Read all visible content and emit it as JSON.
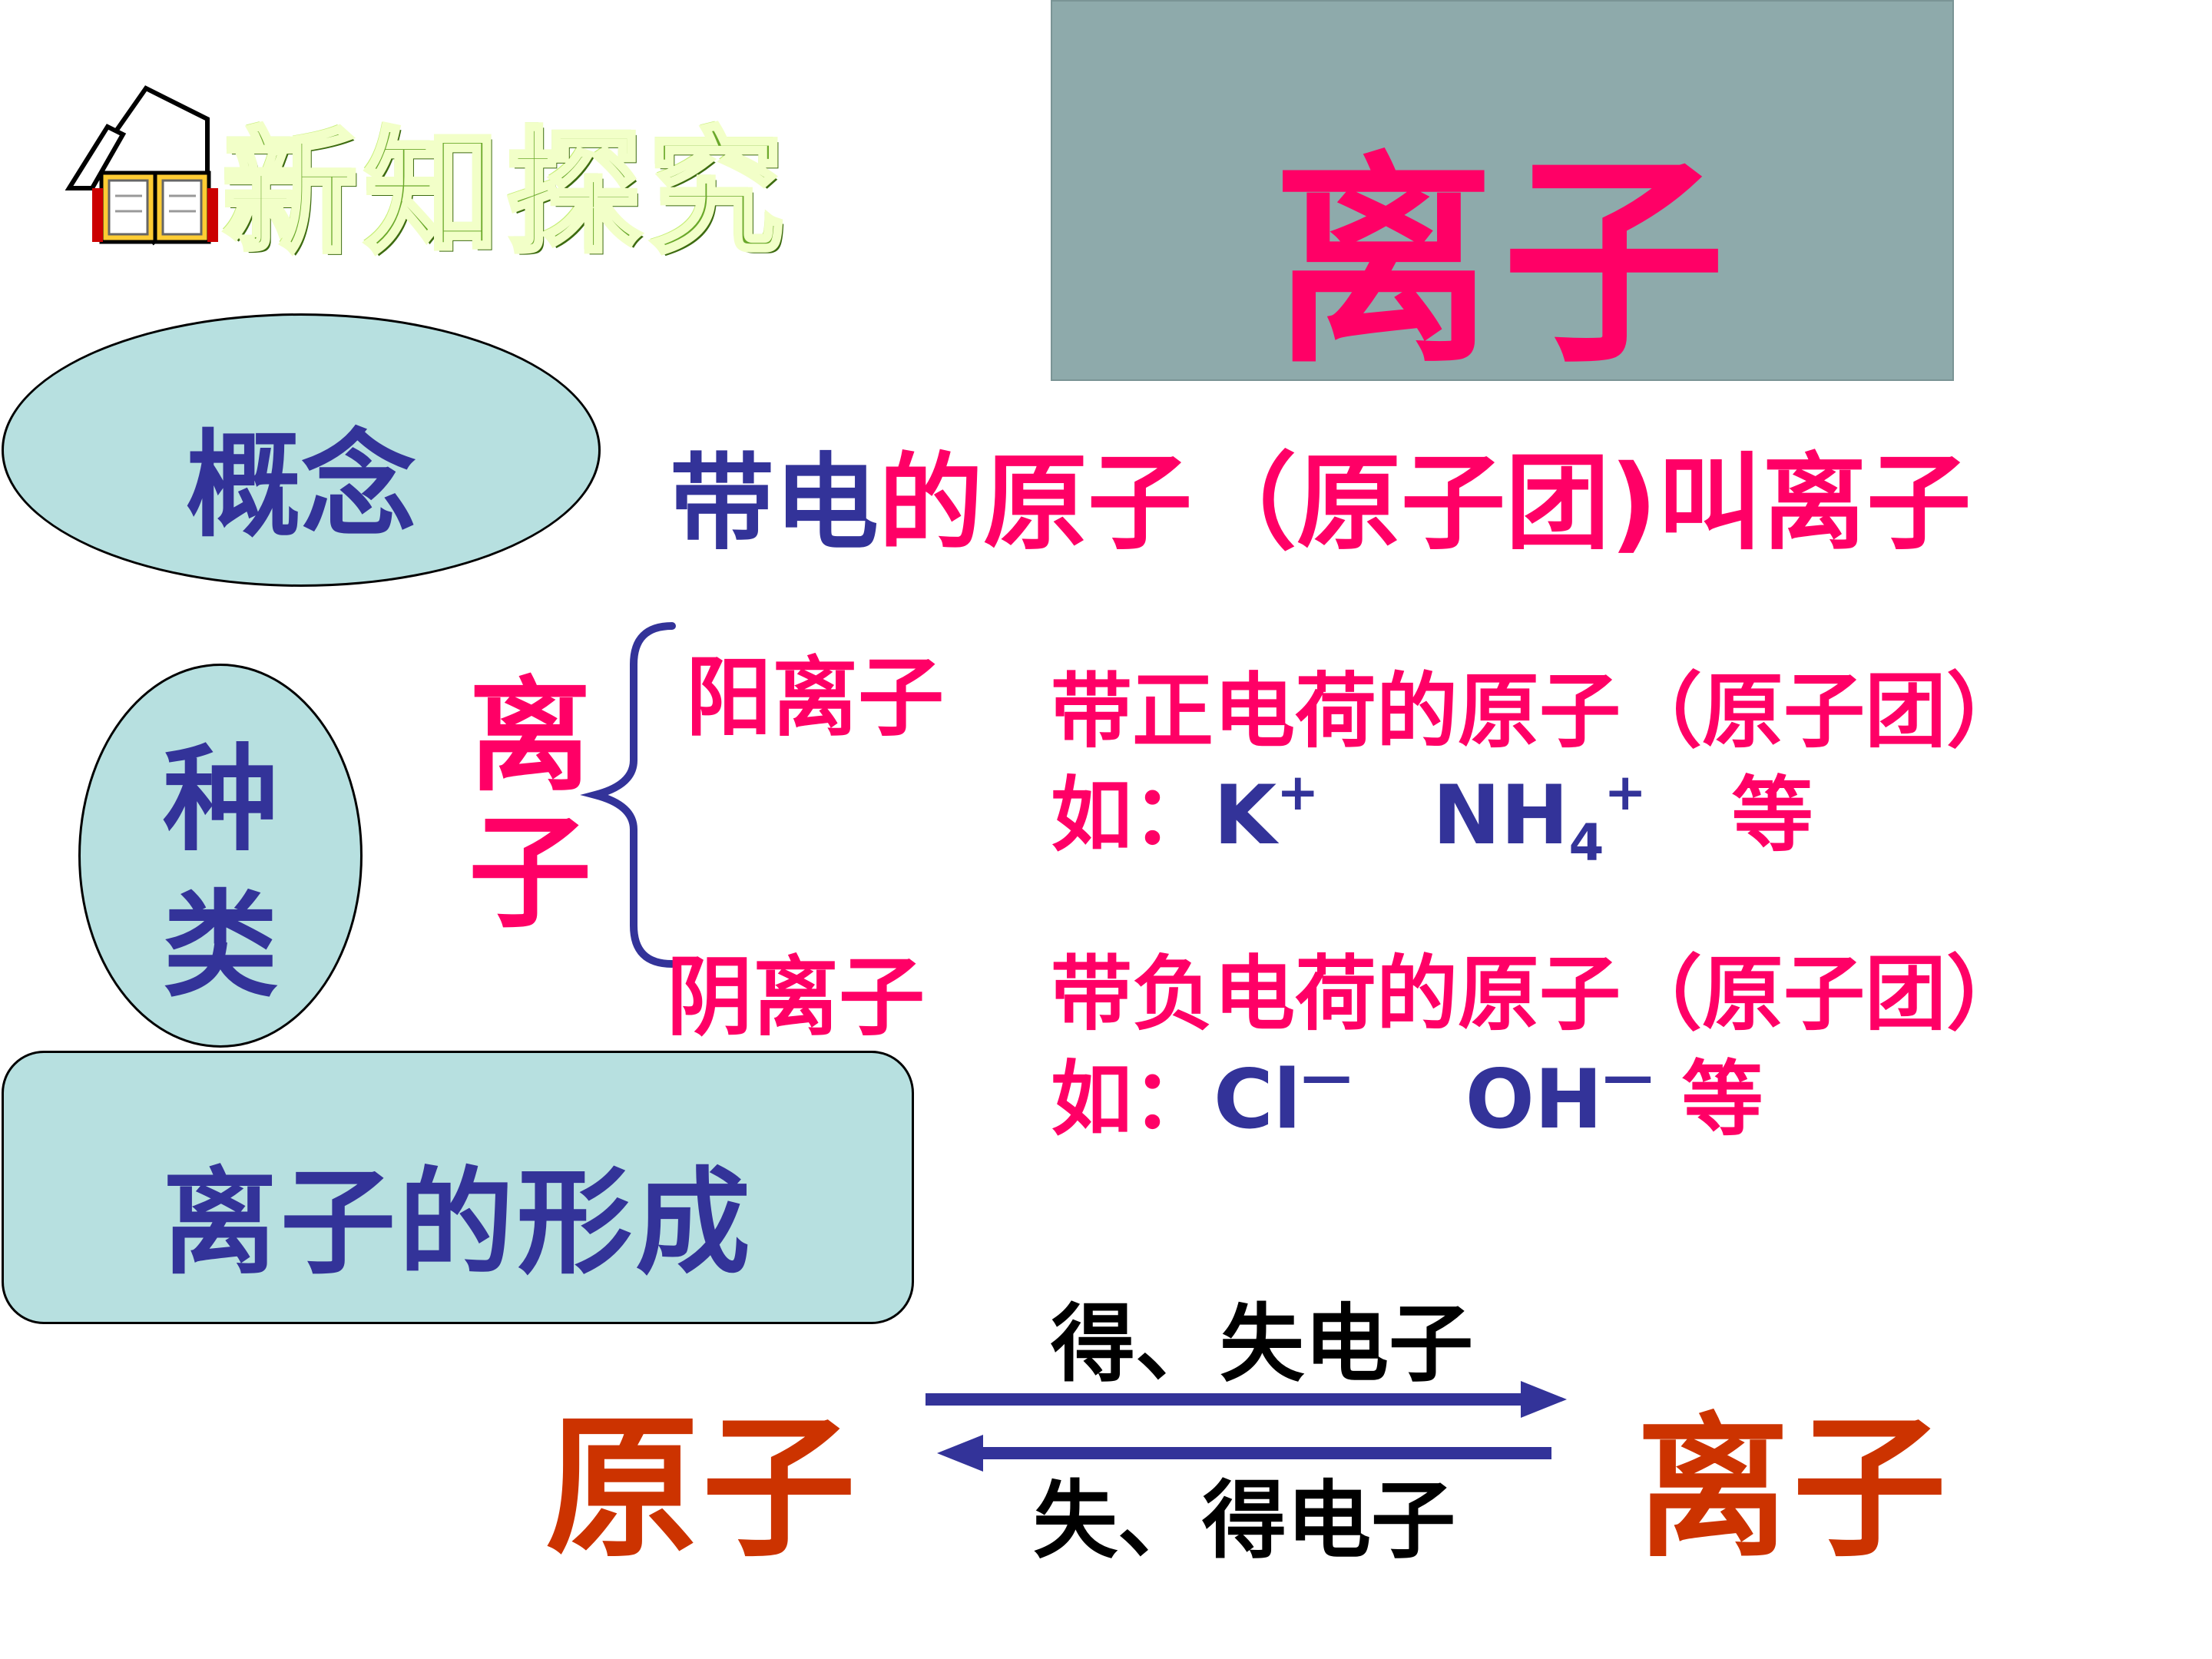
{
  "header": {
    "section_label": "新知探究",
    "title": "离子"
  },
  "concept": {
    "label": "概念",
    "definition_part1": "带电",
    "definition_part2": "的原子（原子团)叫离子"
  },
  "kinds": {
    "label_line1": "种",
    "label_line2": "类",
    "ion_line1": "离",
    "ion_line2": "子",
    "cation": {
      "label": "阳离子",
      "desc_part1": "带正",
      "desc_part2": "电荷的原子（原子团）",
      "example_prefix": "如：",
      "ex1_base": "K",
      "ex1_sup": "+",
      "ex2_base": "NH",
      "ex2_sub": "4",
      "ex2_sup": "+",
      "example_suffix": "等"
    },
    "anion": {
      "label": "阴离子",
      "desc_part1": "带负",
      "desc_part2": "电荷的原子（原子团）",
      "example_prefix": "如：",
      "ex1_base": "Cl",
      "ex1_sup": "—",
      "ex2_base": "OH",
      "ex2_sup": "—",
      "example_suffix": "等"
    }
  },
  "formation": {
    "label": "离子的形成",
    "left": "原子",
    "right": "离子",
    "forward": "得、失电子",
    "backward": "失、得电子"
  },
  "colors": {
    "accent_pink": "#ff0066",
    "navy": "#333399",
    "brick": "#cc3300",
    "oval_fill": "#b7e0e0",
    "title_box": "#8eaaab"
  }
}
